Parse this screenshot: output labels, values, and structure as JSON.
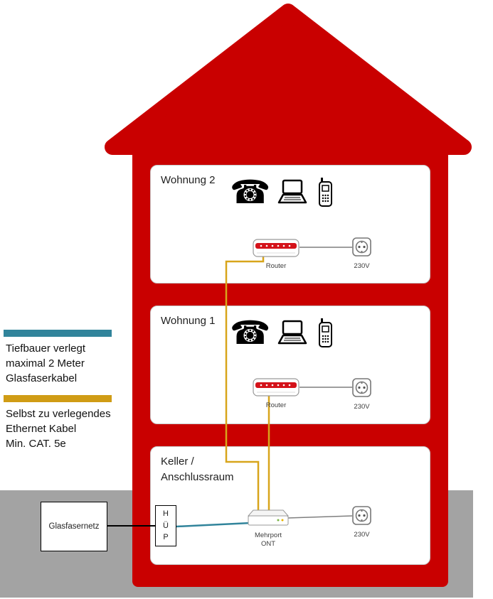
{
  "legend": {
    "fiber": {
      "color": "#31849b",
      "lines": [
        "Tiefbauer verlegt",
        "maximal 2 Meter",
        "Glasfaserkabel"
      ]
    },
    "ethernet": {
      "color": "#d09c15",
      "lines": [
        "Selbst zu verlegendes",
        "Ethernet Kabel",
        "Min. CAT. 5e"
      ]
    }
  },
  "house": {
    "wall_color": "#c90000",
    "ground_color": "#a3a3a3"
  },
  "icons": {
    "telephone_glyph": "☎"
  },
  "floors": {
    "wohnung2": {
      "label": "Wohnung 2",
      "router_label": "Router",
      "outlet_label": "230V"
    },
    "wohnung1": {
      "label": "Wohnung 1",
      "router_label": "Router",
      "outlet_label": "230V"
    },
    "keller": {
      "label_lines": [
        "Keller /",
        "Anschlussraum"
      ],
      "ont_label_lines": [
        "Mehrport",
        "ONT"
      ],
      "outlet_label": "230V"
    }
  },
  "external": {
    "fiber_network_label": "Glasfasernetz",
    "hup_letters": [
      "H",
      "Ü",
      "P"
    ]
  }
}
